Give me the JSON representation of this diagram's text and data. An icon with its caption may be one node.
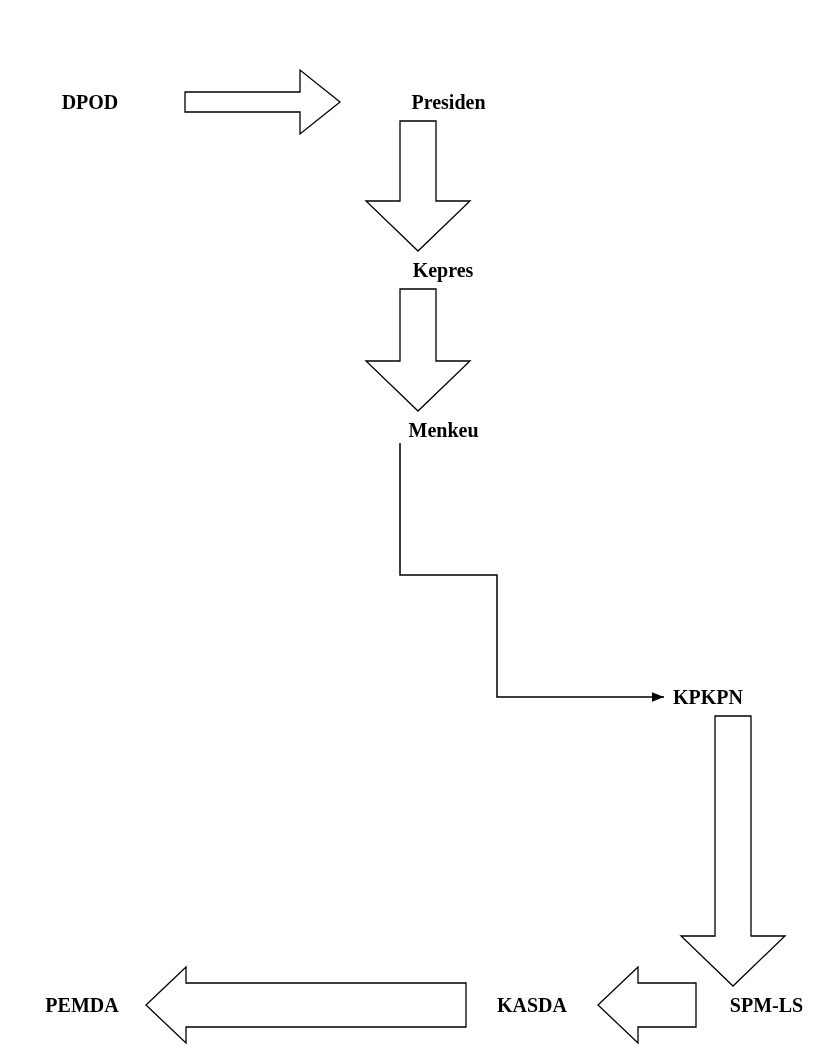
{
  "diagram": {
    "nodes": [
      {
        "text": [
          "DPOD"
        ]
      },
      {
        "text": [
          "Presiden"
        ]
      },
      {
        "text": [
          "Kepres"
        ]
      },
      {
        "text": [
          "Menkeu"
        ]
      },
      {
        "text": [
          "KPKPN"
        ]
      },
      {
        "text": [
          "SPM-LS"
        ]
      },
      {
        "text": [
          "KASDA"
        ]
      },
      {
        "text": [
          "PEMDA"
        ]
      }
    ],
    "edges": [
      {
        "from": 0,
        "to": 1,
        "arrow": "to",
        "style": "thick"
      },
      {
        "from": 1,
        "to": 2,
        "arrow": "to",
        "style": "thick"
      },
      {
        "from": 2,
        "to": 3,
        "arrow": "to",
        "style": "thick"
      },
      {
        "from": 3,
        "to": 4,
        "arrow": "to"
      },
      {
        "from": 4,
        "to": 5,
        "arrow": "to",
        "style": "thick"
      },
      {
        "from": 5,
        "to": 6,
        "arrow": "to",
        "style": "thick"
      },
      {
        "from": 6,
        "to": 7,
        "arrow": "to",
        "style": "thick"
      }
    ]
  }
}
